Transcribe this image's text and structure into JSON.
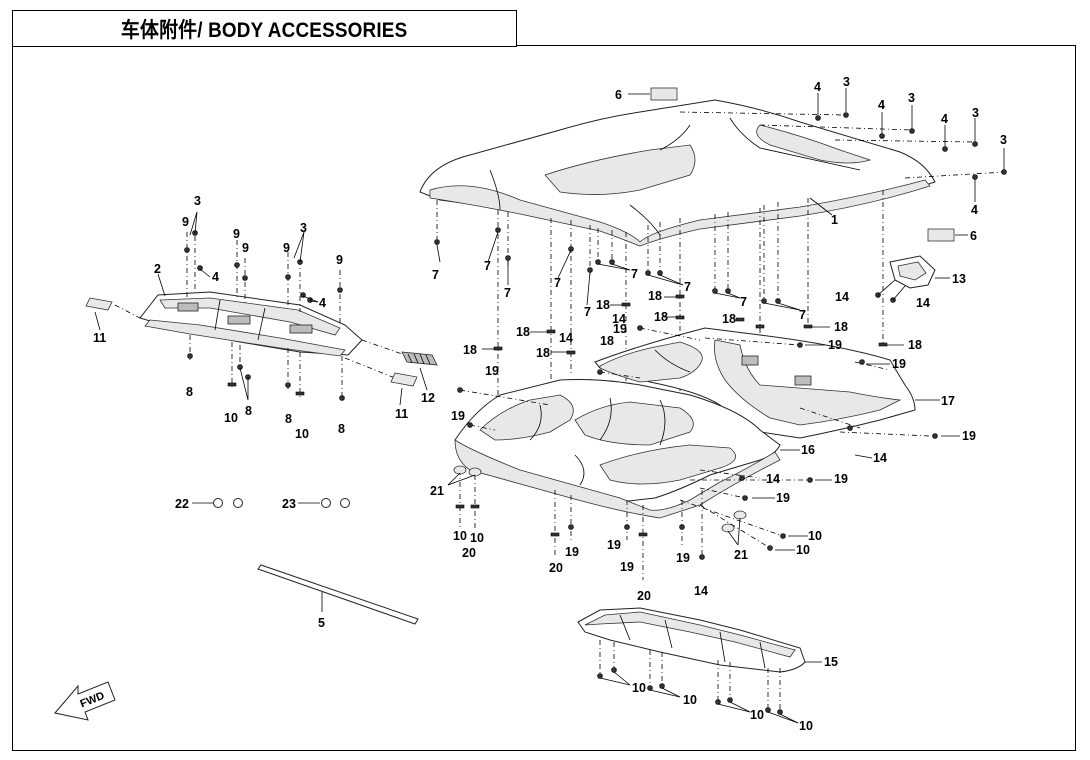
{
  "header": {
    "title": "车体附件/ BODY ACCESSORIES"
  },
  "fwd_arrow": {
    "text": "FWD"
  },
  "callouts": {
    "c1": "1",
    "c2": "2",
    "c3": "3",
    "c4": "4",
    "c5": "5",
    "c6": "6",
    "c7": "7",
    "c8": "8",
    "c9": "9",
    "c10": "10",
    "c11": "11",
    "c12": "12",
    "c13": "13",
    "c14": "14",
    "c15": "15",
    "c16": "16",
    "c17": "17",
    "c18": "18",
    "c19": "19",
    "c20": "20",
    "c21": "21",
    "c22": "22",
    "c23": "23"
  }
}
